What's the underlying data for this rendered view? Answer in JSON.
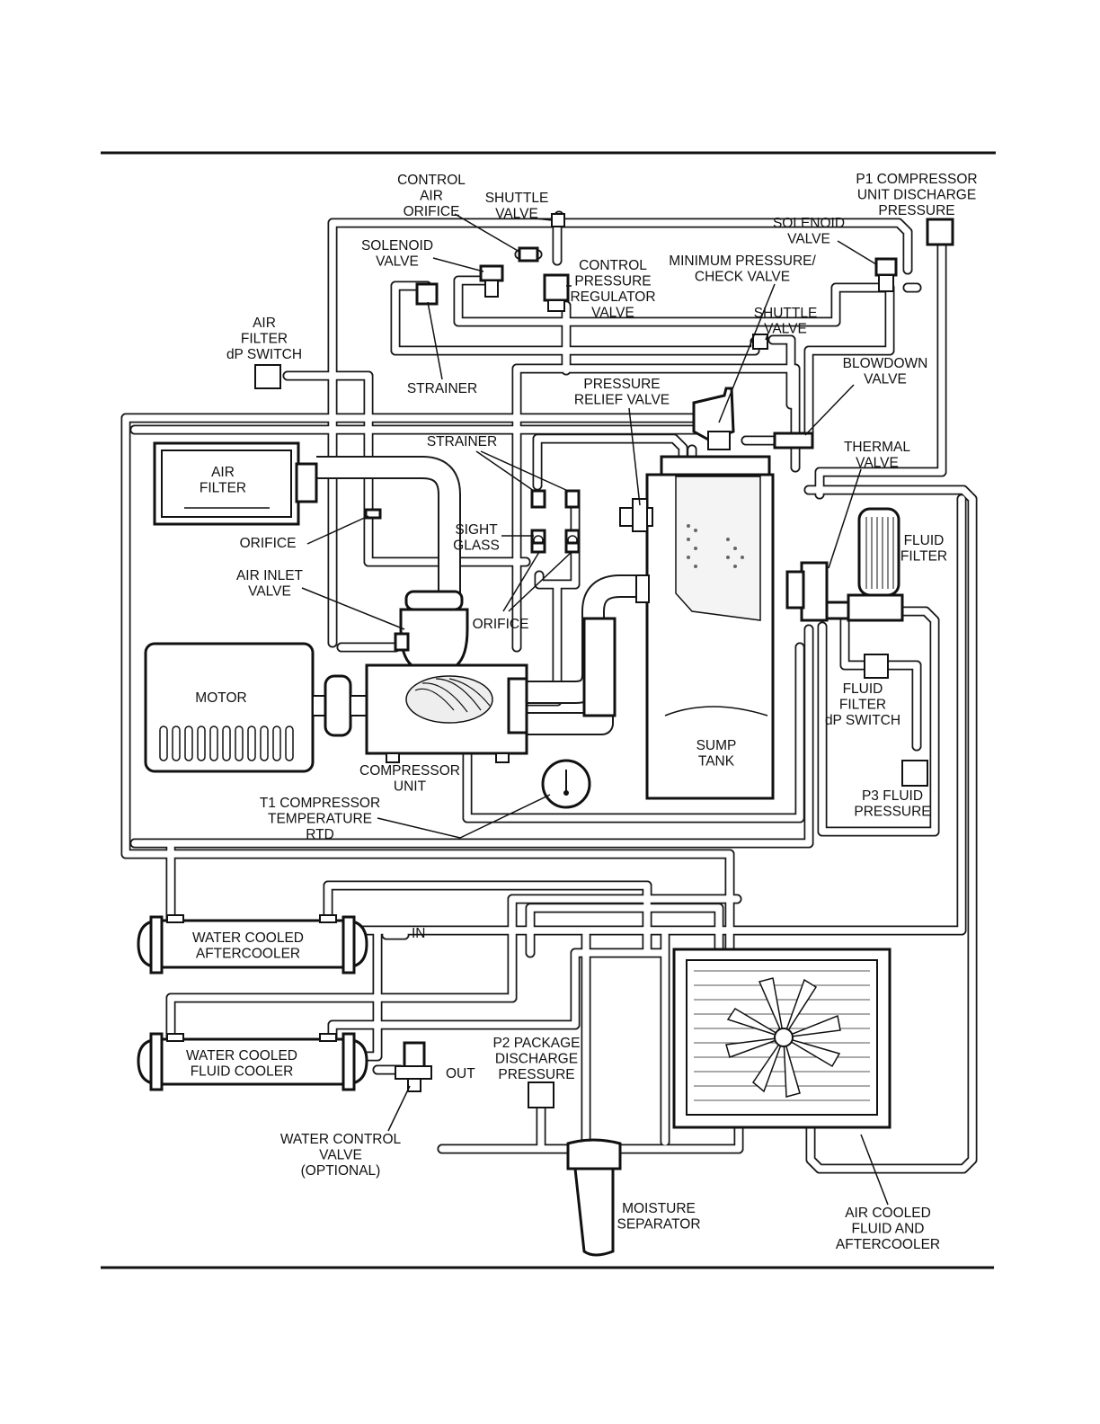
{
  "labels": {
    "control_air_orifice": [
      "CONTROL",
      "AIR",
      "ORIFICE"
    ],
    "shuttle_valve_top": [
      "SHUTTLE",
      "VALVE"
    ],
    "p1": [
      "P1 COMPRESSOR",
      "UNIT DISCHARGE",
      "PRESSURE"
    ],
    "solenoid_valve_left": [
      "SOLENOID",
      "VALVE"
    ],
    "solenoid_valve_right": [
      "SOLENOID",
      "VALVE"
    ],
    "control_pressure_regulator": [
      "CONTROL",
      "PRESSURE",
      "REGULATOR",
      "VALVE"
    ],
    "min_pressure_check": [
      "MINIMUM PRESSURE/",
      "CHECK VALVE"
    ],
    "air_filter_dp": [
      "AIR",
      "FILTER",
      "dP SWITCH"
    ],
    "strainer_top": [
      "STRAINER"
    ],
    "shuttle_valve_mid": [
      "SHUTTLE",
      "VALVE"
    ],
    "blowdown_valve": [
      "BLOWDOWN",
      "VALVE"
    ],
    "pressure_relief": [
      "PRESSURE",
      "RELIEF VALVE"
    ],
    "strainer_mid": [
      "STRAINER"
    ],
    "thermal_valve": [
      "THERMAL",
      "VALVE"
    ],
    "air_filter": [
      "AIR",
      "FILTER"
    ],
    "fluid_filter": [
      "FLUID",
      "FILTER"
    ],
    "sight_glass": [
      "SIGHT",
      "GLASS"
    ],
    "orifice_left": [
      "ORIFICE"
    ],
    "air_inlet_valve": [
      "AIR INLET",
      "VALVE"
    ],
    "orifice_mid": [
      "ORIFICE"
    ],
    "motor": [
      "MOTOR"
    ],
    "fluid_filter_dp": [
      "FLUID",
      "FILTER",
      "dP SWITCH"
    ],
    "sump_tank": [
      "SUMP",
      "TANK"
    ],
    "compressor_unit": [
      "COMPRESSOR",
      "UNIT"
    ],
    "p3": [
      "P3 FLUID",
      "PRESSURE"
    ],
    "t1": [
      "T1 COMPRESSOR",
      "TEMPERATURE",
      "RTD"
    ],
    "water_aftercooler": [
      "WATER COOLED",
      "AFTERCOOLER"
    ],
    "in": [
      "IN"
    ],
    "water_fluid_cooler": [
      "WATER COOLED",
      "FLUID COOLER"
    ],
    "out": [
      "OUT"
    ],
    "p2": [
      "P2 PACKAGE",
      "DISCHARGE",
      "PRESSURE"
    ],
    "water_control_valve": [
      "WATER CONTROL",
      "VALVE",
      "(OPTIONAL)"
    ],
    "moisture_separator": [
      "MOISTURE",
      "SEPARATOR"
    ],
    "air_cooled": [
      "AIR COOLED",
      "FLUID AND",
      "AFTERCOOLER"
    ]
  }
}
